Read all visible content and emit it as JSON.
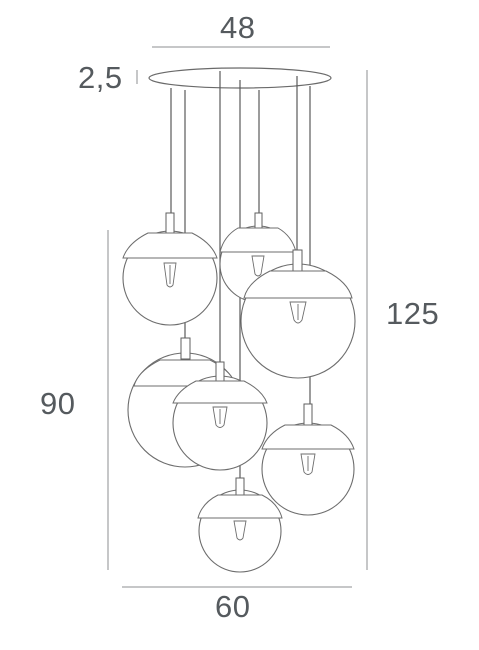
{
  "dimensions": {
    "top_width": "48",
    "canopy_thickness": "2,5",
    "total_height": "125",
    "drop_height": "90",
    "bottom_width": "60"
  },
  "colors": {
    "line": "#6d6d6d",
    "dimension_line": "#8c8f92",
    "label_text": "#555a5e",
    "background": "#ffffff"
  }
}
